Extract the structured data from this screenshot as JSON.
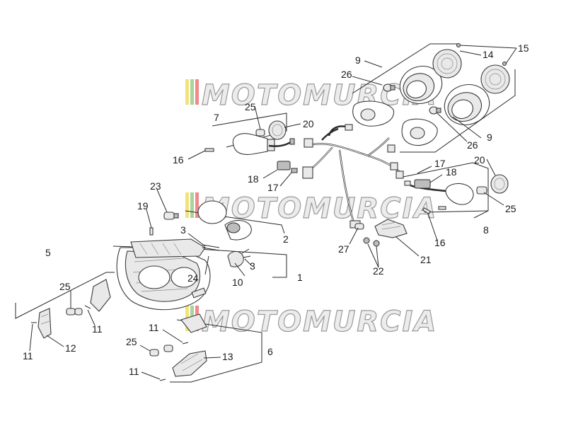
{
  "diagram": {
    "watermark": "MOTOMURCIA",
    "callouts": [
      {
        "id": "c1",
        "label": "1"
      },
      {
        "id": "c2",
        "label": "2"
      },
      {
        "id": "c3a",
        "label": "3"
      },
      {
        "id": "c3b",
        "label": "3"
      },
      {
        "id": "c5",
        "label": "5"
      },
      {
        "id": "c6",
        "label": "6"
      },
      {
        "id": "c7",
        "label": "7"
      },
      {
        "id": "c8",
        "label": "8"
      },
      {
        "id": "c9a",
        "label": "9"
      },
      {
        "id": "c9b",
        "label": "9"
      },
      {
        "id": "c10",
        "label": "10"
      },
      {
        "id": "c11a",
        "label": "11"
      },
      {
        "id": "c11b",
        "label": "11"
      },
      {
        "id": "c11c",
        "label": "11"
      },
      {
        "id": "c11d",
        "label": "11"
      },
      {
        "id": "c12",
        "label": "12"
      },
      {
        "id": "c13",
        "label": "13"
      },
      {
        "id": "c14",
        "label": "14"
      },
      {
        "id": "c15",
        "label": "15"
      },
      {
        "id": "c16a",
        "label": "16"
      },
      {
        "id": "c16b",
        "label": "16"
      },
      {
        "id": "c17a",
        "label": "17"
      },
      {
        "id": "c17b",
        "label": "17"
      },
      {
        "id": "c18a",
        "label": "18"
      },
      {
        "id": "c18b",
        "label": "18"
      },
      {
        "id": "c19",
        "label": "19"
      },
      {
        "id": "c20a",
        "label": "20"
      },
      {
        "id": "c20b",
        "label": "20"
      },
      {
        "id": "c21",
        "label": "21"
      },
      {
        "id": "c22",
        "label": "22"
      },
      {
        "id": "c23a",
        "label": "23"
      },
      {
        "id": "c23b",
        "label": "25"
      },
      {
        "id": "c24",
        "label": "24"
      },
      {
        "id": "c25a",
        "label": "25"
      },
      {
        "id": "c25b",
        "label": "25"
      },
      {
        "id": "c25c",
        "label": "25"
      },
      {
        "id": "c26a",
        "label": "26"
      },
      {
        "id": "c26b",
        "label": "26"
      },
      {
        "id": "c27",
        "label": "27"
      }
    ]
  },
  "colors": {
    "background": "#ffffff",
    "line": "#2a2a2a",
    "watermark_fill": "#e6e6e6",
    "watermark_stroke": "#9a9a9a",
    "stripe_yellow": "#f1e27a",
    "stripe_green": "#a9d39a",
    "stripe_red": "#f08a8a"
  }
}
